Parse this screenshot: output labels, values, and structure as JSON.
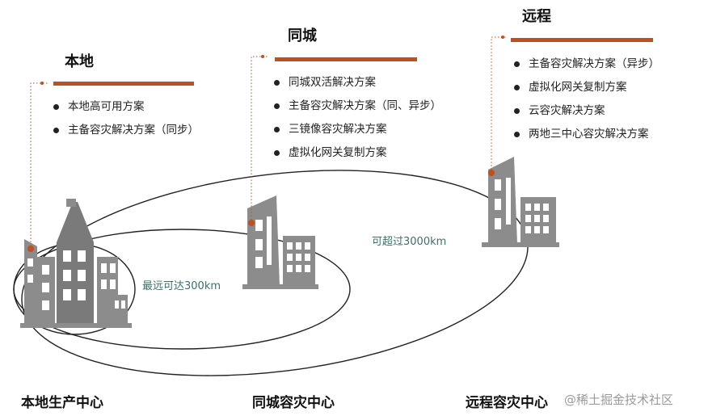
{
  "colors": {
    "accent": "#c0501f",
    "building": "#8c8c8c",
    "building_dark": "#7a7a7a",
    "window": "#ffffff",
    "ellipse": "#222222",
    "distance_text": "#3f6f6a",
    "watermark": "#9a9a9a"
  },
  "local": {
    "title": "本地",
    "items": [
      "本地高可用方案",
      "主备容灾解决方案（同步）"
    ],
    "center_label": "本地生产中心"
  },
  "same_city": {
    "title": "同城",
    "items": [
      "同城双活解决方案",
      "主备容灾解决方案（同、异步）",
      "三镜像容灾解决方案",
      "虚拟化网关复制方案"
    ],
    "center_label": "同城容灾中心",
    "distance": "最远可达300km"
  },
  "remote": {
    "title": "远程",
    "items": [
      "主备容灾解决方案（异步）",
      "虚拟化网关复制方案",
      "云容灾解决方案",
      "两地三中心容灾解决方案"
    ],
    "center_label": "远程容灾中心",
    "distance": "可超过3000km"
  },
  "watermark": "@稀土掘金技术社区"
}
